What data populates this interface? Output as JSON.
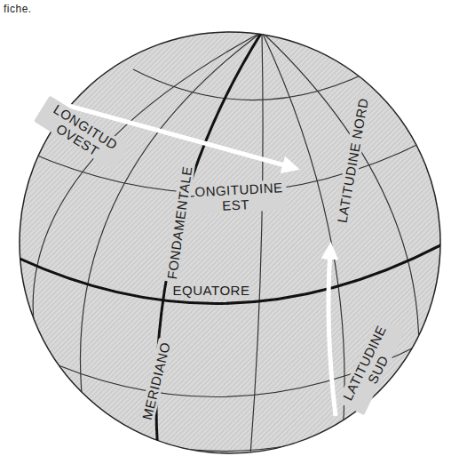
{
  "diagram": {
    "labels": [
      "fiche.",
      "LONGITUD OVEST",
      "LONGITUDINE EST",
      "LATITUDINE NORD",
      "FONDAMENTALE",
      "EQUATORE",
      "MERIDIANO",
      "LATITUDINE SUD"
    ]
  }
}
